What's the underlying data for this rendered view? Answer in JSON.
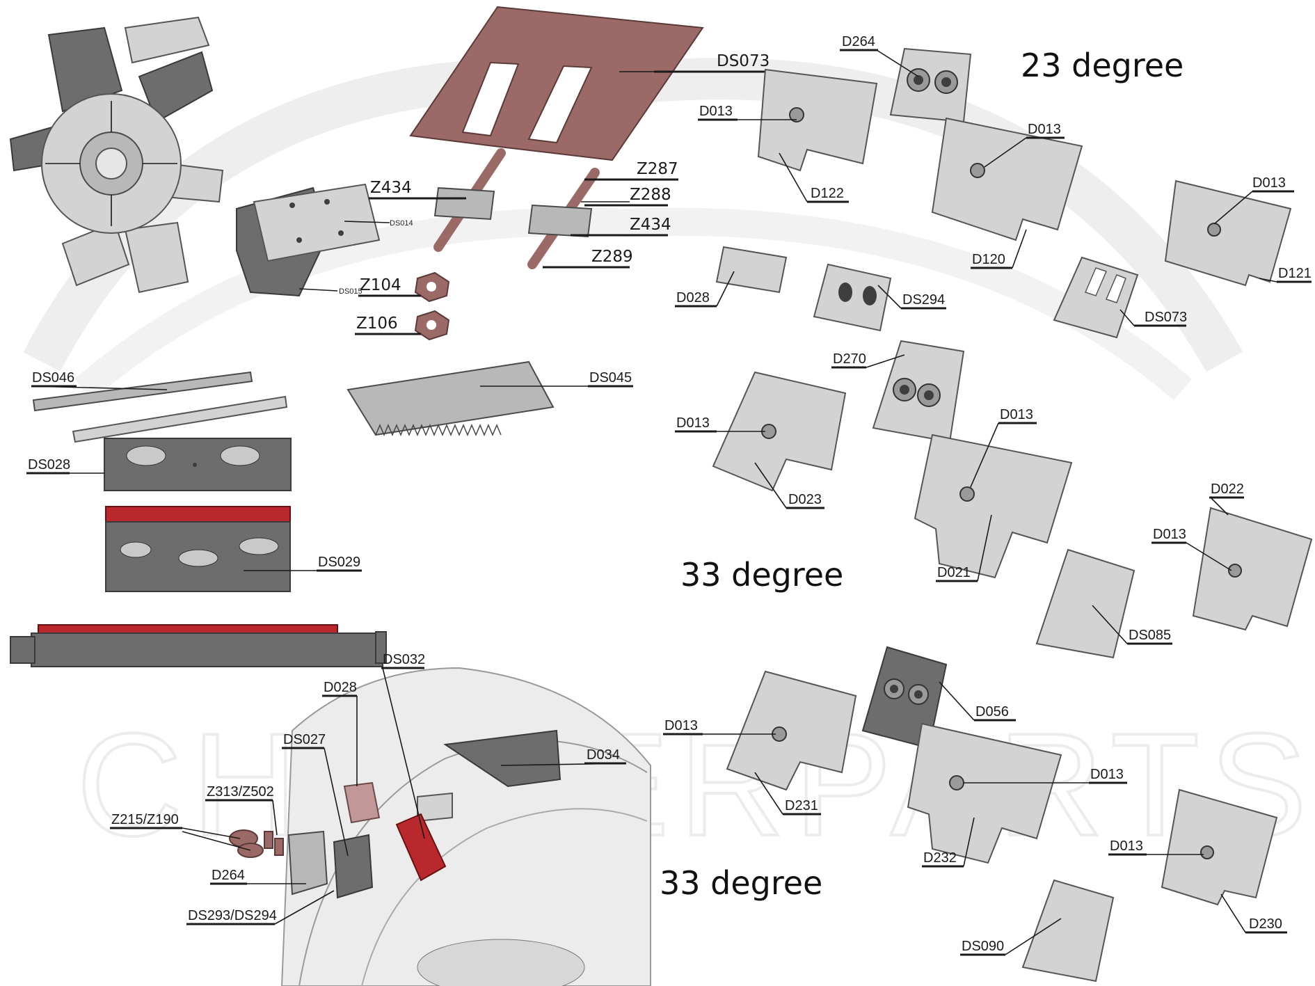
{
  "watermark": {
    "text": "CHIPPERPARTS"
  },
  "headings": {
    "h23": "23 degree",
    "h33a": "33 degree",
    "h33b": "33 degree"
  },
  "labels": {
    "DS073_top": "DS073",
    "Z434_left": "Z434",
    "Z287": "Z287",
    "Z288": "Z288",
    "Z434_right": "Z434",
    "Z289": "Z289",
    "DS014": "DS014",
    "DS015": "DS015",
    "Z104": "Z104",
    "Z106": "Z106",
    "DS046": "DS046",
    "DS045": "DS045",
    "DS028": "DS028",
    "DS029": "DS029",
    "DS032": "DS032",
    "D028_bottom": "D028",
    "DS027": "DS027",
    "Z313_Z502": "Z313/Z502",
    "Z215_Z190": "Z215/Z190",
    "D264_bottom": "D264",
    "DS293_DS294": "DS293/DS294",
    "D034": "D034",
    "D264_top": "D264",
    "D013_a": "D013",
    "D122": "D122",
    "D013_b": "D013",
    "D120": "D120",
    "D013_c": "D013",
    "D121": "D121",
    "D028_mid": "D028",
    "DS294": "DS294",
    "DS073_mid": "DS073",
    "D270": "D270",
    "D013_d": "D013",
    "D023": "D023",
    "D013_e": "D013",
    "D021": "D021",
    "D022": "D022",
    "D013_f": "D013",
    "DS085": "DS085",
    "D056": "D056",
    "D013_g": "D013",
    "D231": "D231",
    "D013_h": "D013",
    "D232": "D232",
    "D013_i": "D013",
    "D230": "D230",
    "DS090": "DS090"
  },
  "colors": {
    "steel": "#b8b8b8",
    "dark_steel": "#6d6d6d",
    "rust_knife": "#9c6a66",
    "red_accent": "#b8282c",
    "watermark": "#ececec"
  }
}
